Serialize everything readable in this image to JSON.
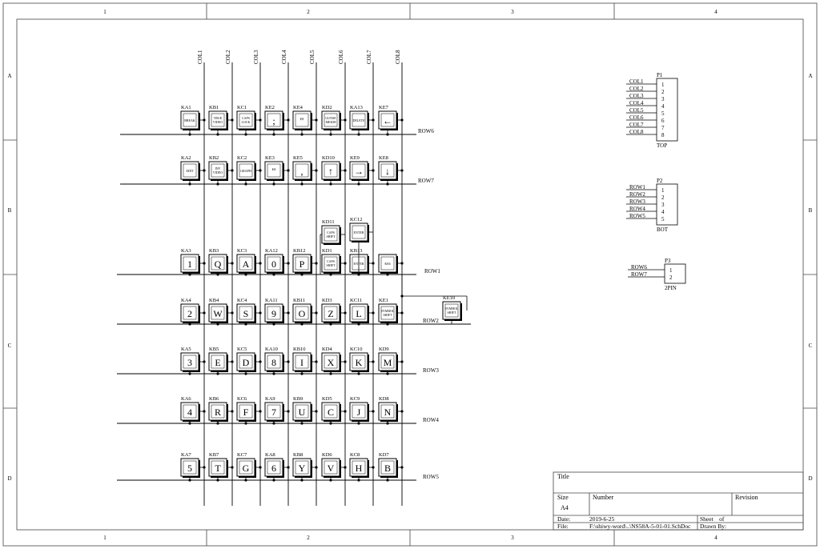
{
  "border": {
    "columns": [
      "1",
      "2",
      "3",
      "4"
    ],
    "rows": [
      "A",
      "B",
      "C",
      "D"
    ]
  },
  "schematic": {
    "columns": [
      {
        "label": "COL1"
      },
      {
        "label": "COL2"
      },
      {
        "label": "COL3"
      },
      {
        "label": "COL4"
      },
      {
        "label": "COL5"
      },
      {
        "label": "COL6"
      },
      {
        "label": "COL7"
      },
      {
        "label": "COL8"
      }
    ],
    "rows": [
      {
        "label": "ROW6"
      },
      {
        "label": "ROW7"
      },
      {
        "label": "ROW1"
      },
      {
        "label": "ROW2"
      },
      {
        "label": "ROW3"
      },
      {
        "label": "ROW4"
      },
      {
        "label": "ROW5"
      }
    ],
    "keys": [
      [
        {
          "ref": "KA1",
          "cap": "BREAK",
          "small": true
        },
        {
          "ref": "KB1",
          "cap": "TRUE VIDEO",
          "small": true
        },
        {
          "ref": "KC1",
          "cap": "CAPS LOCK",
          "small": true
        },
        {
          "ref": "KE2",
          "cap": ";",
          "small": false
        },
        {
          "ref": "KE4",
          "cap": "\"",
          "small": false
        },
        {
          "ref": "KD2",
          "cap": "GUNSE MEKDI",
          "small": true
        },
        {
          "ref": "KA13",
          "cap": "DELETE",
          "small": true
        },
        {
          "ref": "KE7",
          "cap": "←",
          "small": false
        }
      ],
      [
        {
          "ref": "KA2",
          "cap": "EDIT",
          "small": true
        },
        {
          "ref": "KB2",
          "cap": "INV VIDEO",
          "small": true
        },
        {
          "ref": "KC2",
          "cap": "GRAPH",
          "small": true
        },
        {
          "ref": "KE3",
          "cap": "\"",
          "small": false
        },
        {
          "ref": "KE5",
          "cap": ",",
          "small": false
        },
        {
          "ref": "KD10",
          "cap": "↑",
          "small": false
        },
        {
          "ref": "KE9",
          "cap": "→",
          "small": false
        },
        {
          "ref": "KE8",
          "cap": "↓",
          "small": false
        }
      ],
      [
        {
          "ref": "KA3",
          "cap": "1",
          "small": false
        },
        {
          "ref": "KB3",
          "cap": "Q",
          "small": false
        },
        {
          "ref": "KC3",
          "cap": "A",
          "small": false
        },
        {
          "ref": "KA12",
          "cap": "0",
          "small": false
        },
        {
          "ref": "KB12",
          "cap": "P",
          "small": false
        },
        {
          "ref": "KD1",
          "cap": "CAPS SHIFT",
          "small": true
        },
        {
          "ref": "KB13",
          "cap": "ENTER",
          "small": true
        },
        {
          "ref": "",
          "cap": "KE6",
          "small": true
        }
      ],
      [
        {
          "ref": "KA4",
          "cap": "2",
          "small": false
        },
        {
          "ref": "KB4",
          "cap": "W",
          "small": false
        },
        {
          "ref": "KC4",
          "cap": "S",
          "small": false
        },
        {
          "ref": "KA11",
          "cap": "9",
          "small": false
        },
        {
          "ref": "KB11",
          "cap": "O",
          "small": false
        },
        {
          "ref": "KD3",
          "cap": "Z",
          "small": false
        },
        {
          "ref": "KC11",
          "cap": "L",
          "small": false
        },
        {
          "ref": "KE1",
          "cap": "SYMBOL SHIFT",
          "small": true
        }
      ],
      [
        {
          "ref": "KA5",
          "cap": "3",
          "small": false
        },
        {
          "ref": "KB5",
          "cap": "E",
          "small": false
        },
        {
          "ref": "KC5",
          "cap": "D",
          "small": false
        },
        {
          "ref": "KA10",
          "cap": "8",
          "small": false
        },
        {
          "ref": "KB10",
          "cap": "I",
          "small": false
        },
        {
          "ref": "KD4",
          "cap": "X",
          "small": false
        },
        {
          "ref": "KC10",
          "cap": "K",
          "small": false
        },
        {
          "ref": "KD9",
          "cap": "M",
          "small": false
        }
      ],
      [
        {
          "ref": "KA6",
          "cap": "4",
          "small": false
        },
        {
          "ref": "KB6",
          "cap": "R",
          "small": false
        },
        {
          "ref": "KC6",
          "cap": "F",
          "small": false
        },
        {
          "ref": "KA9",
          "cap": "7",
          "small": false
        },
        {
          "ref": "KB9",
          "cap": "U",
          "small": false
        },
        {
          "ref": "KD5",
          "cap": "C",
          "small": false
        },
        {
          "ref": "KC9",
          "cap": "J",
          "small": false
        },
        {
          "ref": "KD8",
          "cap": "N",
          "small": false
        }
      ],
      [
        {
          "ref": "KA7",
          "cap": "5",
          "small": false
        },
        {
          "ref": "KB7",
          "cap": "T",
          "small": false
        },
        {
          "ref": "KC7",
          "cap": "G",
          "small": false
        },
        {
          "ref": "KA8",
          "cap": "6",
          "small": false
        },
        {
          "ref": "KB8",
          "cap": "Y",
          "small": false
        },
        {
          "ref": "KD6",
          "cap": "V",
          "small": false
        },
        {
          "ref": "KC8",
          "cap": "H",
          "small": false
        },
        {
          "ref": "KD7",
          "cap": "B",
          "small": false
        }
      ]
    ],
    "extra_keys": [
      {
        "ref": "KD11",
        "cap": "CAPS SHIFT"
      },
      {
        "ref": "KC12",
        "cap": "ENTER"
      },
      {
        "ref": "KE10",
        "cap": "SYMBOL SHIFT"
      }
    ]
  },
  "connectors": {
    "p1": {
      "ref": "P1",
      "name": "TOP",
      "nets": [
        "COL1",
        "COL2",
        "COL3",
        "COL4",
        "COL5",
        "COL6",
        "COL7",
        "COL8"
      ],
      "pins": [
        "1",
        "2",
        "3",
        "4",
        "5",
        "6",
        "7",
        "8"
      ]
    },
    "p2": {
      "ref": "P2",
      "name": "BOT",
      "nets": [
        "ROW1",
        "ROW2",
        "ROW3",
        "ROW4",
        "ROW5"
      ],
      "pins": [
        "1",
        "2",
        "3",
        "4",
        "5"
      ]
    },
    "p3": {
      "ref": "P3",
      "name": "2PIN",
      "nets": [
        "ROW6",
        "ROW7"
      ],
      "pins": [
        "1",
        "2"
      ]
    }
  },
  "title_block": {
    "title_label": "Title",
    "size_label": "Size",
    "size_value": "A4",
    "number_label": "Number",
    "revision_label": "Revision",
    "date_label": "Date:",
    "date_value": "2019-6-25",
    "file_label": "File:",
    "file_value": "F:\\shiwy-word\\..\\NS58A-5-01-01.SchDoc",
    "sheet_label": "Sheet    of",
    "drawn_label": "Drawn By:"
  }
}
